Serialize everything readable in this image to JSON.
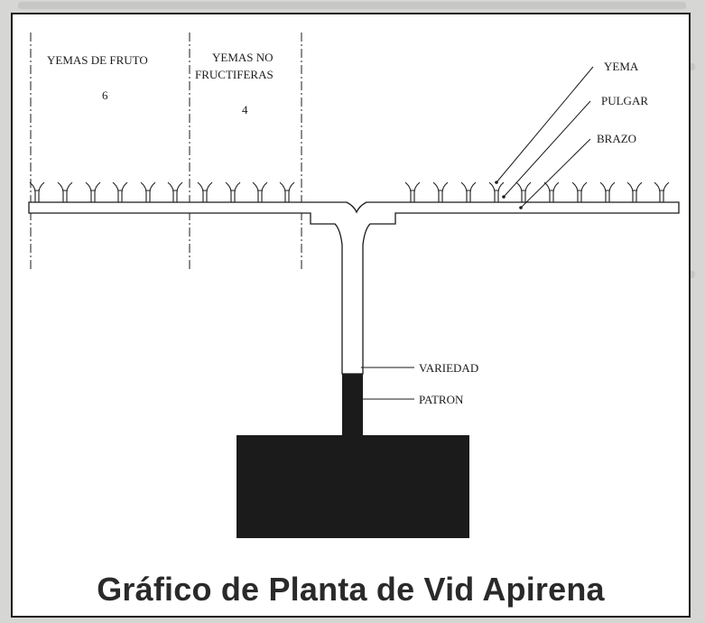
{
  "labels": {
    "yemas_fruto": "YEMAS DE FRUTO",
    "yemas_fruto_count": "6",
    "yemas_no_line1": "YEMAS NO",
    "yemas_no_line2": "FRUCTIFERAS",
    "yemas_no_count": "4",
    "yema": "YEMA",
    "pulgar": "PULGAR",
    "brazo": "BRAZO",
    "variedad": "VARIEDAD",
    "patron": "PATRON"
  },
  "caption": "Gráfico de Planta de Vid Apirena",
  "colors": {
    "ink": "#1b1b1b",
    "card": "#ffffff",
    "page_bg": "#d6d6d4"
  }
}
